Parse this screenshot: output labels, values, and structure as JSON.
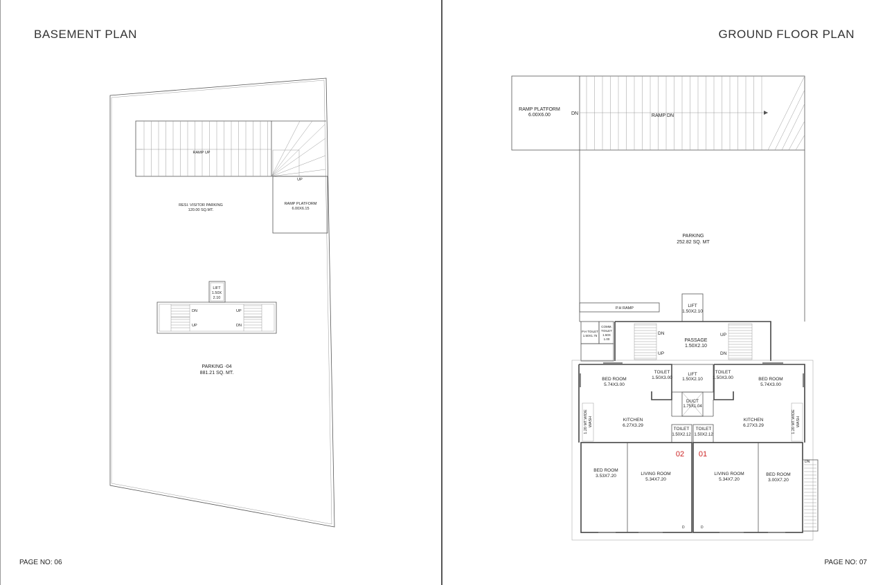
{
  "left_page": {
    "title": "BASEMENT PLAN",
    "page_no": "PAGE NO: 06",
    "labels": {
      "ramp_up": "RAMP UP",
      "up": "UP",
      "visitor_parking": "RESI. VISITOR PARKING",
      "visitor_parking_area": "120.00 SQ.MT.",
      "ramp_platform": "RAMP PLATFORM",
      "ramp_platform_size": "6.00X6.15",
      "lift": "LIFT",
      "lift_size_1": "1.50X",
      "lift_size_2": "2.10",
      "dn_left": "DN",
      "up_left": "UP",
      "up_right": "UP",
      "dn_right": "DN",
      "parking": "PARKING -04",
      "parking_area": "881.21 SQ. MT."
    }
  },
  "right_page": {
    "title": "GROUND FLOOR PLAN",
    "page_no": "PAGE NO: 07",
    "labels": {
      "ramp_platform": "RAMP PLATFORM",
      "ramp_platform_size": "6.00X6.00",
      "dn": "DN",
      "ramp_dn": "RAMP DN",
      "parking": "PARKING",
      "parking_area": "252.82 SQ. MT",
      "ph_ramp": "P.H RAMP",
      "lift_top": "LIFT",
      "lift_top_size": "1.50X2.10",
      "ph_toilet": "P.H TOILET",
      "ph_toilet_size": "1.50X1.75",
      "comm_toilet_1": "COMM.",
      "comm_toilet_2": "TOILET",
      "comm_toilet_3": "1.50X",
      "comm_toilet_4": "1.00",
      "dn_left": "DN",
      "up_left": "UP",
      "passage": "PASSAGE",
      "passage_size": "1.50X2.10",
      "up_right": "UP",
      "dn_right": "DN",
      "bed_room_l": "BED ROOM",
      "bed_room_l_size": "5.74X3.00",
      "toilet_l": "TOILET",
      "toilet_l_size": "1.50X3.00",
      "lift_mid": "LIFT",
      "lift_mid_size": "1.50X2.10",
      "toilet_r": "TOILET",
      "toilet_r_size": "1.50X3.00",
      "bed_room_r": "BED ROOM",
      "bed_room_r_size": "5.74X3.00",
      "duct": "DUCT",
      "duct_size": "1.75X1.04",
      "wash_l_1": "1.20 MT.WIDE",
      "wash_l_2": "WASH",
      "wash_r_1": "1.20 MT.WIDE",
      "wash_r_2": "WASH",
      "kitchen_l": "KITCHEN",
      "kitchen_l_size": "6.27X3.29",
      "kitchen_r": "KITCHEN",
      "kitchen_r_size": "6.27X3.29",
      "toilet_a": "TOILET",
      "toilet_a_size": "1.50X2.12",
      "toilet_b": "TOILET",
      "toilet_b_size": "1.50X2.12",
      "unit_02": "02",
      "unit_01": "01",
      "bed_room_bl": "BED ROOM",
      "bed_room_bl_size": "3.53X7.20",
      "living_l": "LIVING ROOM",
      "living_l_size": "5.34X7.20",
      "living_r": "LIVING ROOM",
      "living_r_size": "5.34X7.20",
      "bed_room_br": "BED ROOM",
      "bed_room_br_size": "3.00X7.20",
      "dn_side": "DN",
      "d_l": "D",
      "d_r": "D"
    }
  },
  "colors": {
    "line": "#555555",
    "unit_number": "#cc2222"
  }
}
